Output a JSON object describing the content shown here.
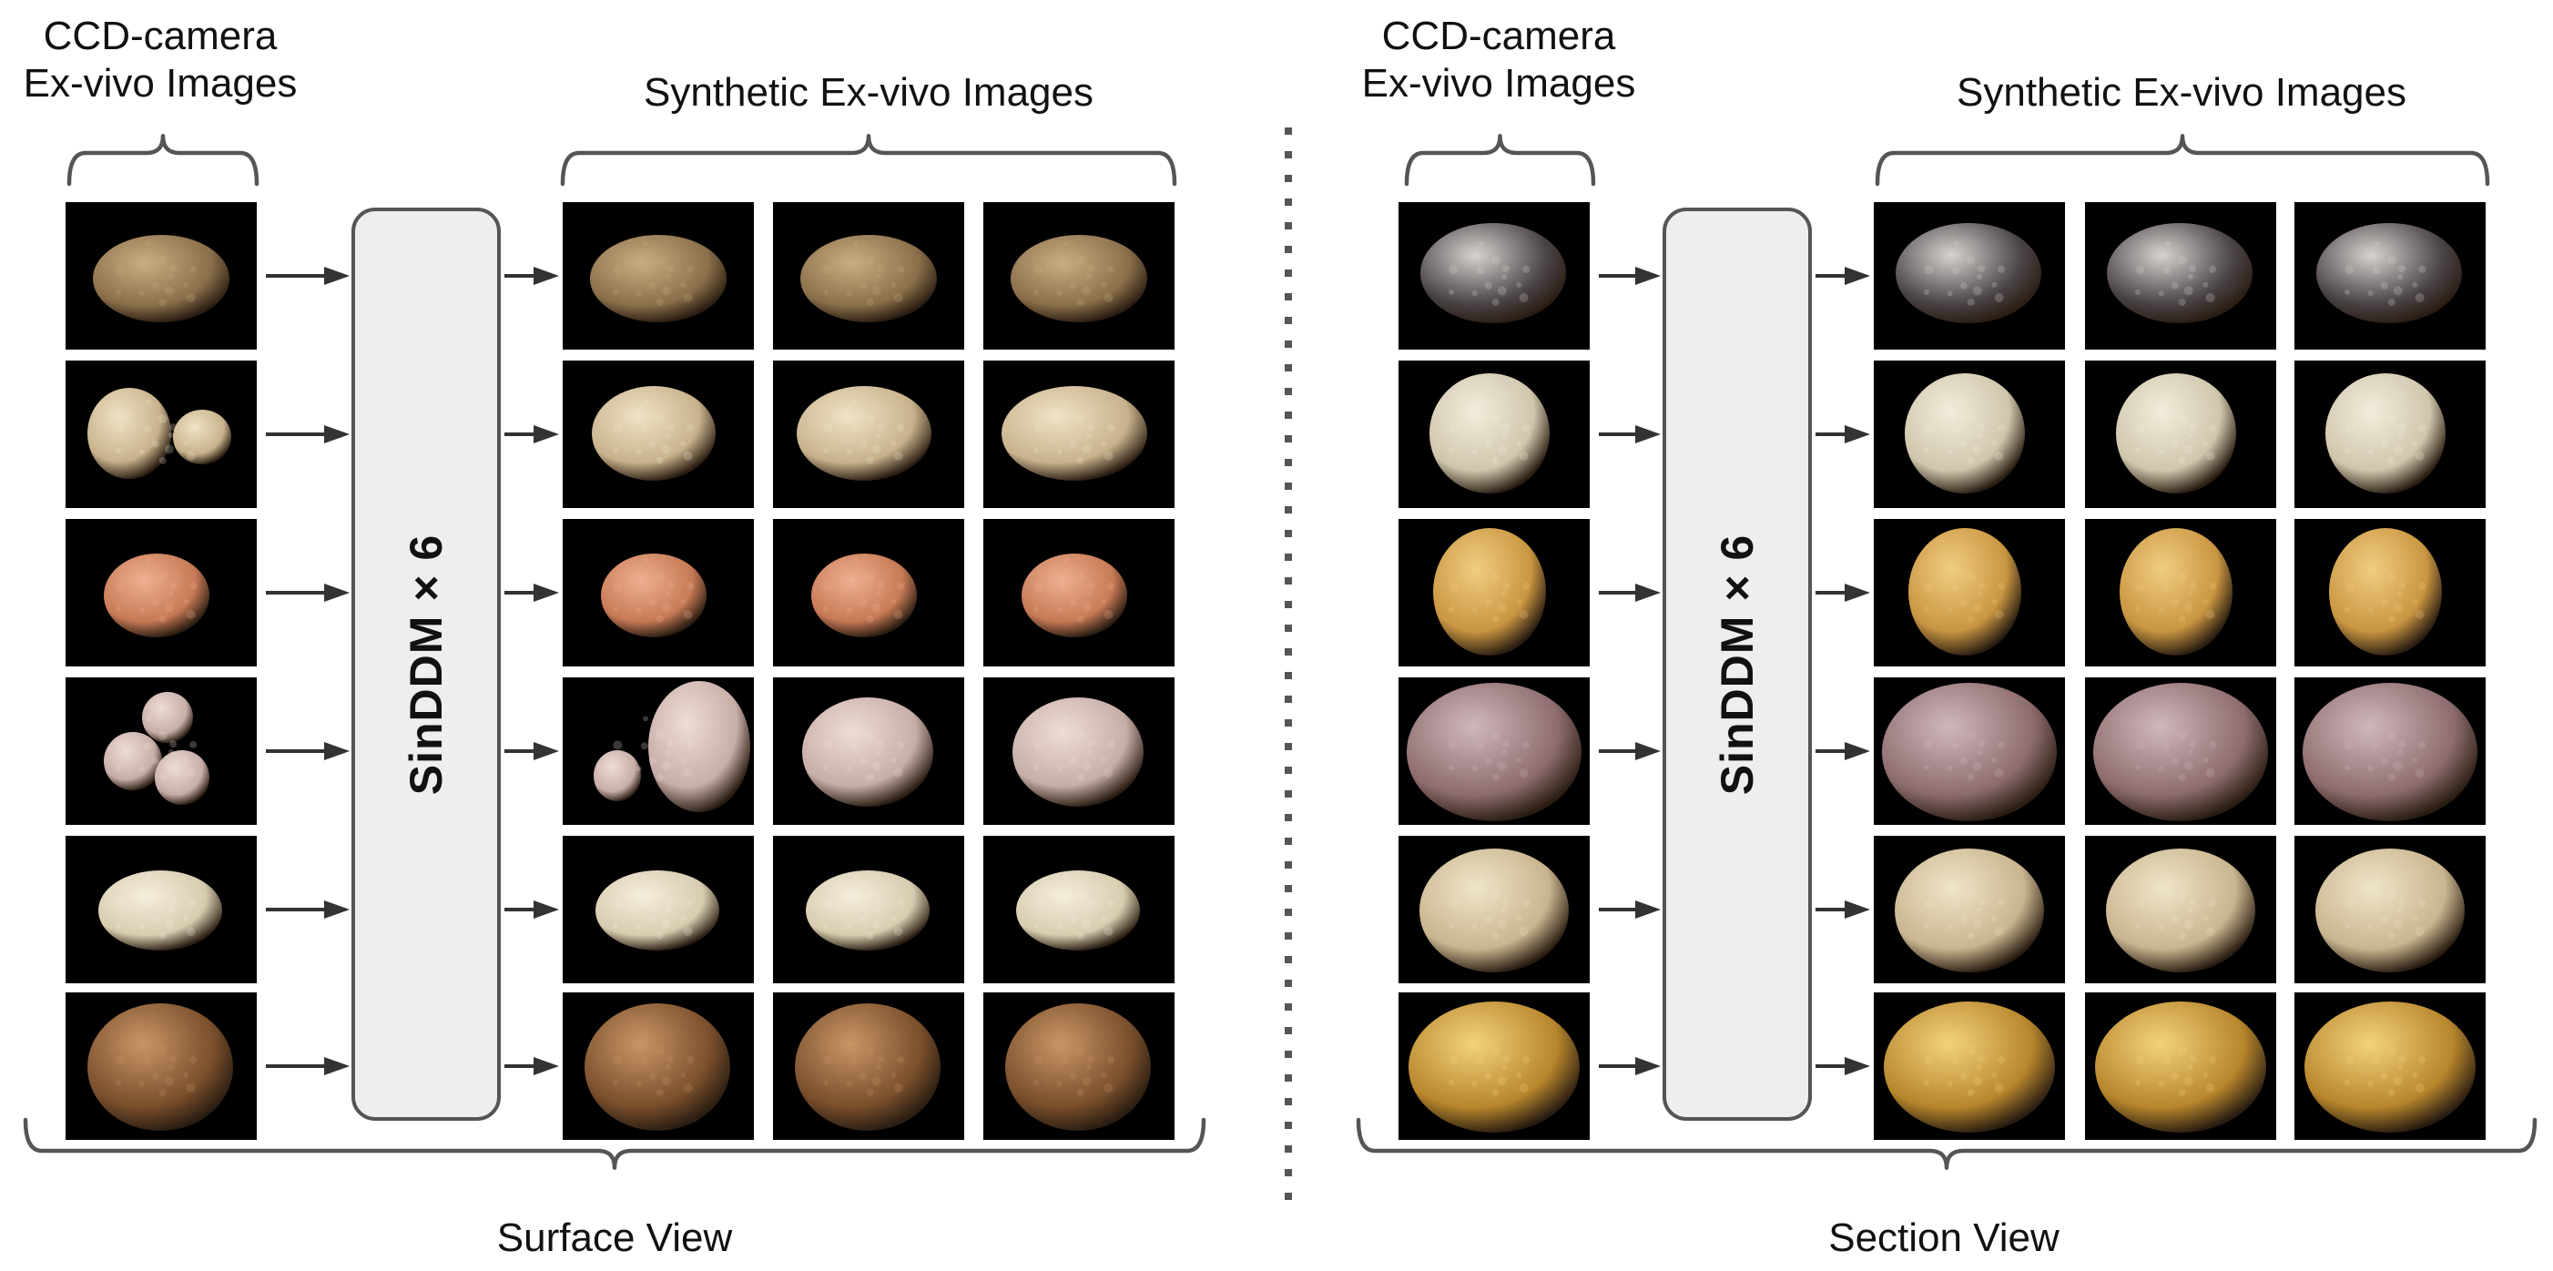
{
  "panels": [
    {
      "id": "surface",
      "input_label_line1": "CCD-camera",
      "input_label_line2": "Ex-vivo Images",
      "synthetic_label": "Synthetic Ex-vivo Images",
      "model_label": "SinDDM × 6",
      "view_label": "Surface View",
      "rows": [
        {
          "stone": "wrinkled-brown",
          "color": "#8a6f4a",
          "highlight": "#c9ad82"
        },
        {
          "stone": "smooth-cream",
          "color": "#c8b28c",
          "highlight": "#efe2c6"
        },
        {
          "stone": "orange-fragment",
          "color": "#c77a56",
          "highlight": "#eeb090"
        },
        {
          "stone": "pink-spheres",
          "color": "#c7aea7",
          "highlight": "#eedcd6"
        },
        {
          "stone": "cream-nodular",
          "color": "#d8ccb0",
          "highlight": "#f5eddc"
        },
        {
          "stone": "granular-brown",
          "color": "#7a4f2c",
          "highlight": "#c99566"
        }
      ]
    },
    {
      "id": "section",
      "input_label_line1": "CCD-camera",
      "input_label_line2": "Ex-vivo Images",
      "synthetic_label": "Synthetic Ex-vivo Images",
      "model_label": "SinDDM × 6",
      "view_label": "Section View",
      "rows": [
        {
          "stone": "grey-spotted",
          "color": "#4a4347",
          "highlight": "#d8d2cf"
        },
        {
          "stone": "cream-layered",
          "color": "#cfc6ac",
          "highlight": "#f2ecdb"
        },
        {
          "stone": "yellow-fragment",
          "color": "#c99642",
          "highlight": "#f0cd80"
        },
        {
          "stone": "mauve-rough",
          "color": "#8d6c6e",
          "highlight": "#d0b7bc"
        },
        {
          "stone": "radial-cream",
          "color": "#c9b58f",
          "highlight": "#efe4c8"
        },
        {
          "stone": "radial-gold",
          "color": "#b7862c",
          "highlight": "#f2d27c"
        }
      ]
    }
  ]
}
